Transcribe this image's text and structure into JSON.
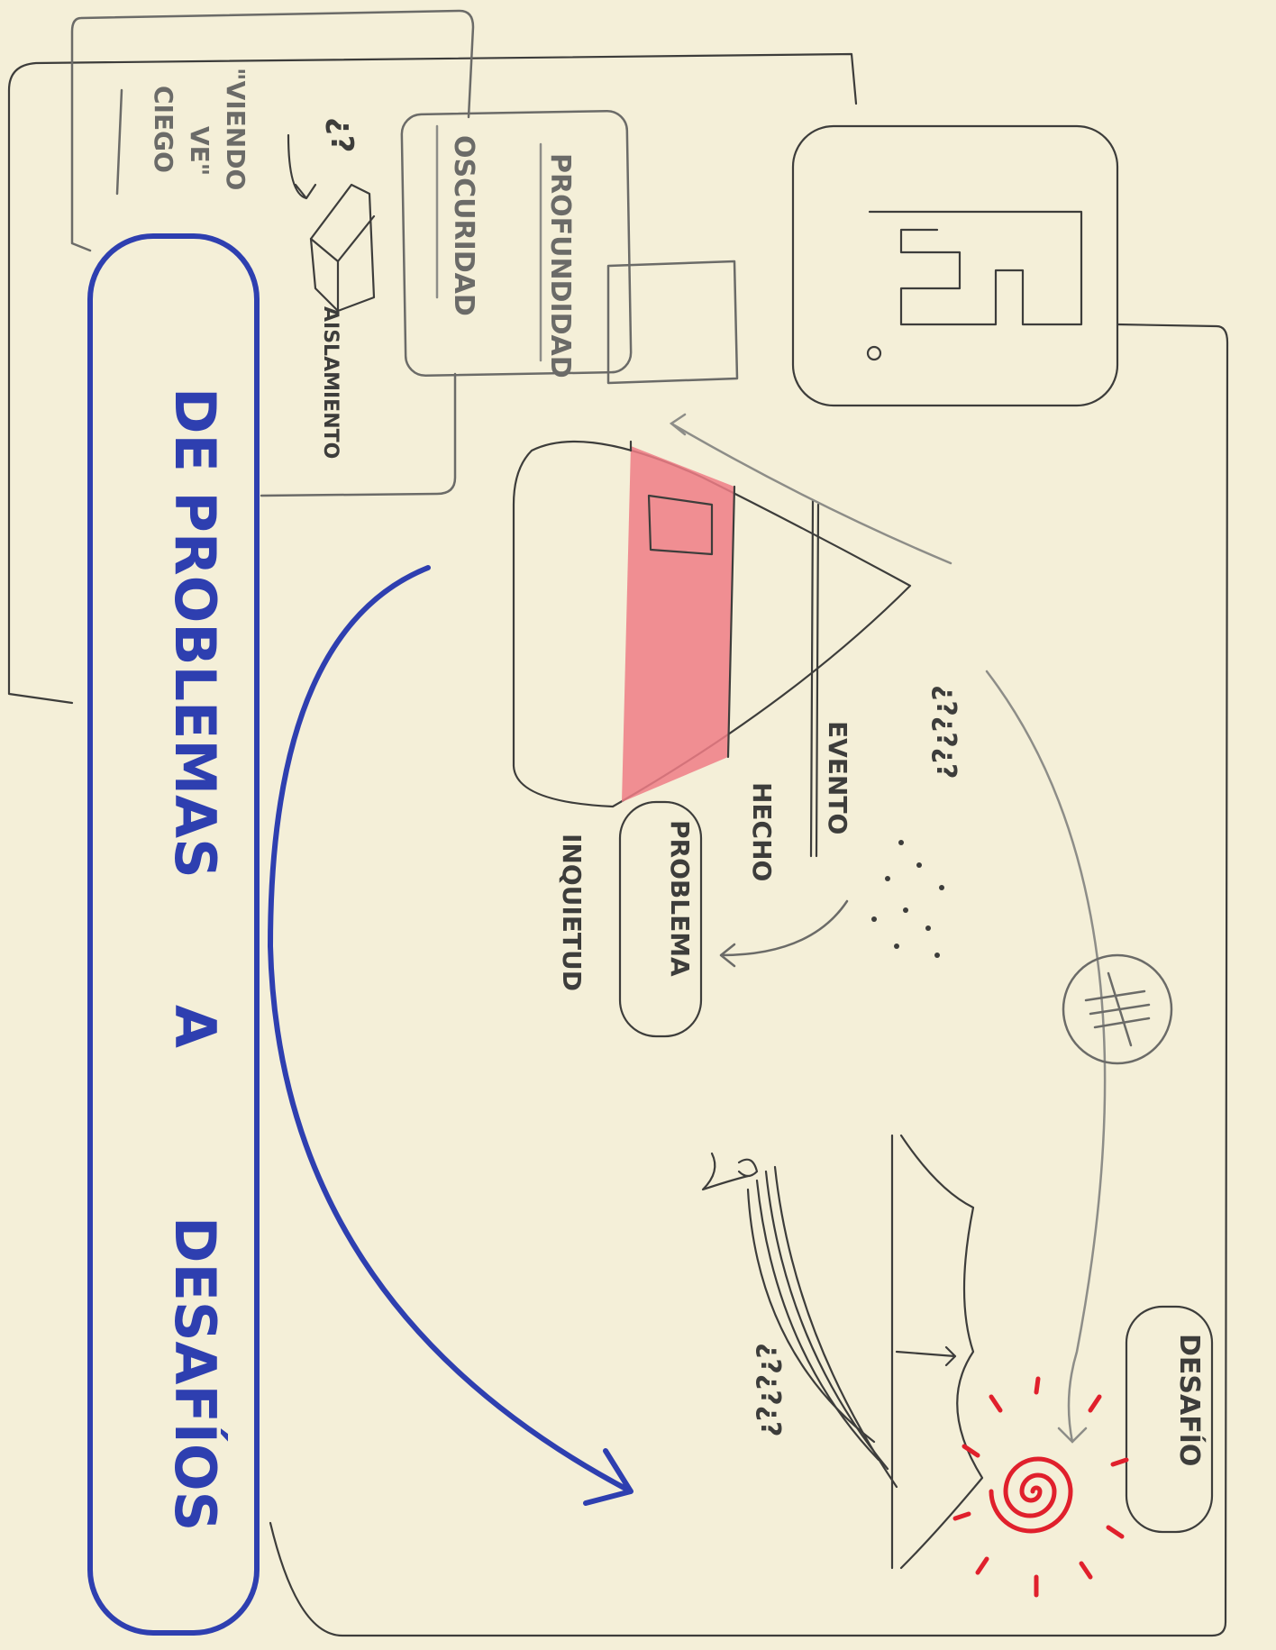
{
  "title": {
    "part1": "DE PROBLEMAS",
    "part2": "A",
    "part3": "DESAFÍOS"
  },
  "top_left_box": {
    "quote_line1": "\"VIENDO",
    "quote_line2": "VE\"",
    "ciego": "CIEGO",
    "question": "¿?",
    "aislamiento": "AISLAMIENTO"
  },
  "gray_box": {
    "profundidad": "PROFUNDIDAD",
    "oscuridad": "OSCURIDAD"
  },
  "funnel": {
    "evento": "EVENTO",
    "hecho": "HECHO",
    "problema": "PROBLEMA",
    "inquietud": "INQUIETUD",
    "questions": "¿?¿?¿?"
  },
  "right": {
    "desafio": "DESAFÍO",
    "questions": "¿?¿?¿?"
  },
  "colors": {
    "blue": "#2e3fb0",
    "red": "#e0202c",
    "fill_red": "#ef7d86",
    "paper": "#f4efd8",
    "pencil": "#6b6b68"
  }
}
